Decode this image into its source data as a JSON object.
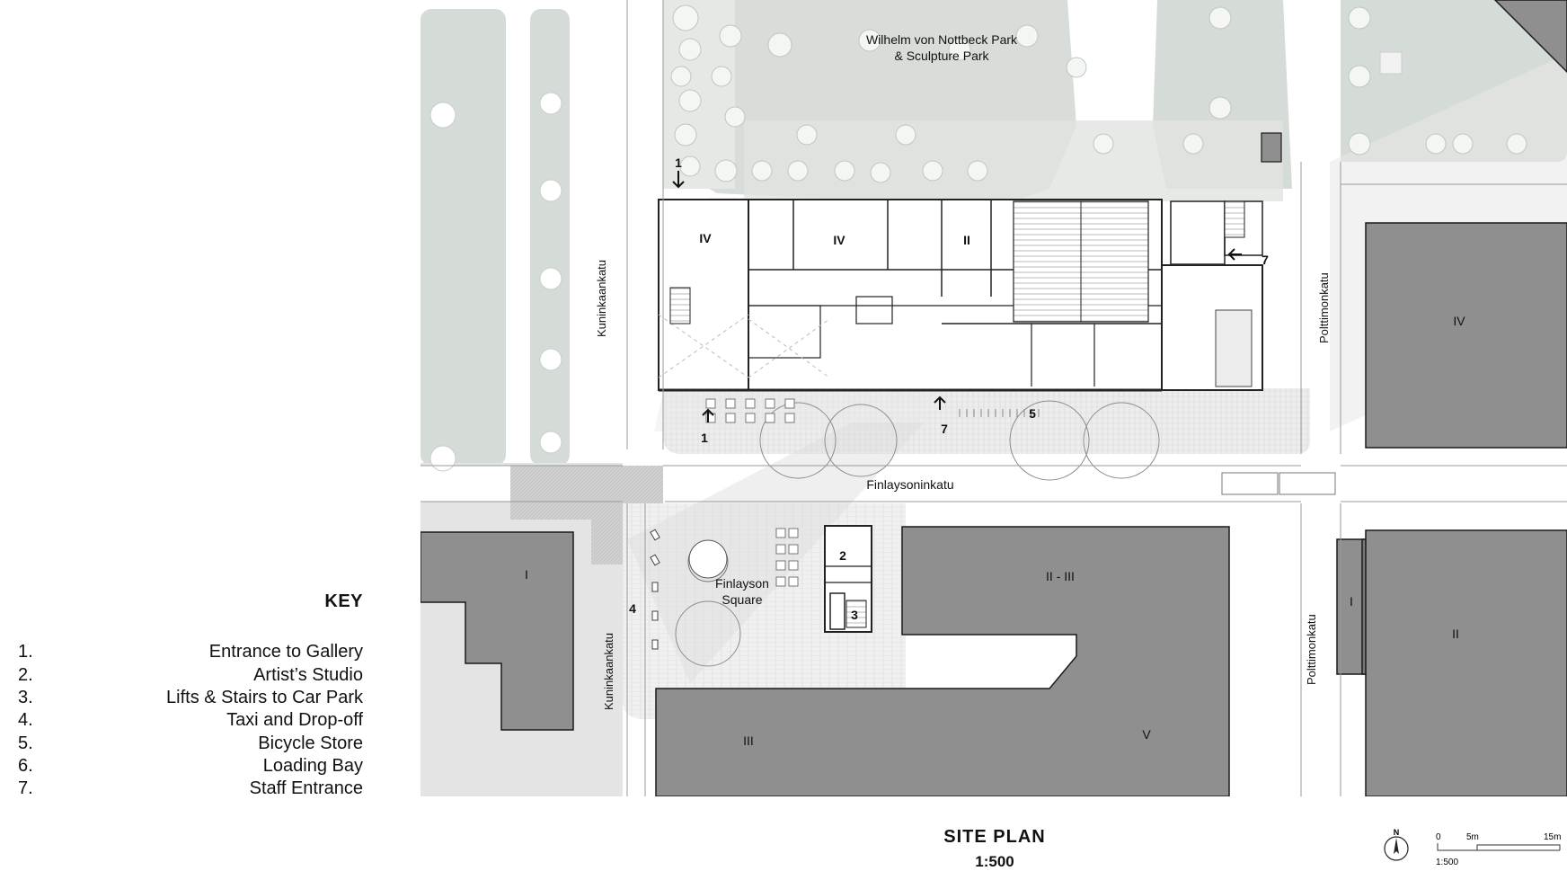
{
  "key": {
    "title": "KEY",
    "items": [
      {
        "num": "1.",
        "label": "Entrance to  Gallery"
      },
      {
        "num": "2.",
        "label": "Artist’s Studio"
      },
      {
        "num": "3.",
        "label": "Lifts & Stairs to Car Park"
      },
      {
        "num": "4.",
        "label": "Taxi and Drop-off"
      },
      {
        "num": "5.",
        "label": "Bicycle Store"
      },
      {
        "num": "6.",
        "label": "Loading Bay"
      },
      {
        "num": "7.",
        "label": "Staff Entrance"
      }
    ]
  },
  "map": {
    "park_name_1": "Wilhelm von Nottbeck Park",
    "park_name_2": "& Sculpture Park",
    "streets": {
      "kuninkaankatu": "Kuninkaankatu",
      "polttimonkatu": "Polttimonkatu",
      "finlaysoninkatu": "Finlaysoninkatu"
    },
    "square_1": "Finlayson",
    "square_2": "Square",
    "floors": {
      "iv": "IV",
      "ii": "II",
      "i": "I",
      "ii_iii": "II - III",
      "iii": "III",
      "v": "V"
    },
    "markers": {
      "one": "1",
      "two": "2",
      "three": "3",
      "four": "4",
      "five": "5",
      "seven": "7"
    },
    "colors": {
      "building_dark": "#8f8f8f",
      "park_green": "#d6dcd7",
      "paving": "#e9e9e9",
      "road": "#ffffff"
    }
  },
  "footer": {
    "title": "SITE PLAN",
    "scale": "1:500",
    "north": "N",
    "scale_0": "0",
    "scale_5": "5m",
    "scale_15": "15m",
    "scale_ratio": "1:500"
  }
}
